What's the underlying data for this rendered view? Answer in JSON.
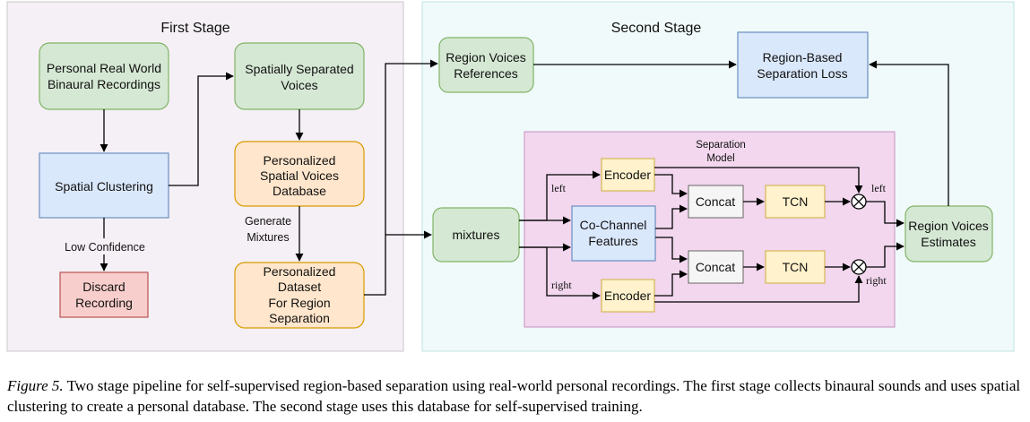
{
  "first_stage": {
    "title": "First Stage",
    "personal_recordings": [
      "Personal Real World",
      "Binaural Recordings"
    ],
    "spatial_clustering": "Spatial Clustering",
    "low_confidence": "Low Confidence",
    "discard": [
      "Discard",
      "Recording"
    ],
    "separated_voices": [
      "Spatially Separated",
      "Voices"
    ],
    "personal_db": [
      "Personalized",
      "Spatial Voices",
      "Database"
    ],
    "generate_mixtures": [
      "Generate",
      "Mixtures"
    ],
    "personal_dataset": [
      "Personalized",
      "Dataset",
      "For Region",
      "Separation"
    ]
  },
  "second_stage": {
    "title": "Second Stage",
    "region_refs": [
      "Region Voices",
      "References"
    ],
    "loss": [
      "Region-Based",
      "Separation Loss"
    ],
    "mixtures": "mixtures",
    "model_title": [
      "Separation",
      "Model"
    ],
    "encoder_top": "Encoder",
    "encoder_bottom": "Encoder",
    "cochannel": [
      "Co-Channel",
      "Features"
    ],
    "concat_top": "Concat",
    "concat_bottom": "Concat",
    "tcn_top": "TCN",
    "tcn_bottom": "TCN",
    "estimates": [
      "Region Voices",
      "Estimates"
    ],
    "left_in": "left",
    "right_in": "right",
    "left_out": "left",
    "right_out": "right"
  },
  "caption": {
    "label": "Figure 5.",
    "text": " Two stage pipeline for self-supervised region-based separation using real-world personal recordings. The first stage collects binaural sounds and uses spatial clustering to create a personal database. The second stage uses this database for self-supervised training."
  },
  "colors": {
    "stage1_bg": "#f5f0f5",
    "stage2_bg": "#f0fafa",
    "model_bg": "#f2d7ee",
    "green": "#d5e8d4",
    "green_border": "#82b366",
    "blue": "#dae8fc",
    "blue_border": "#6c8ebf",
    "orange": "#ffe6cc",
    "orange_border": "#d79b00",
    "red": "#f8cecc",
    "red_border": "#b85450",
    "yellow": "#fff2cc",
    "yellow_border": "#d6b656",
    "gray": "#f5f5f5",
    "gray_border": "#666666"
  }
}
